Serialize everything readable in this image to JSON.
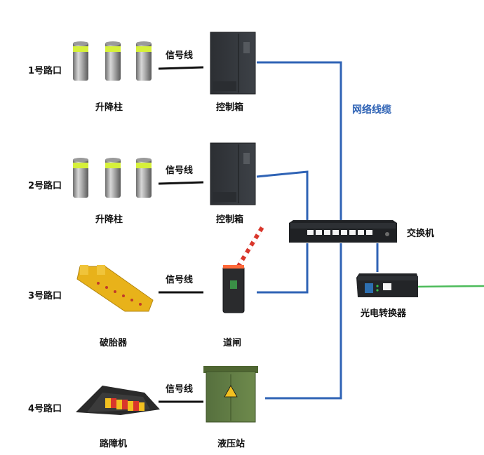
{
  "routes": [
    {
      "road": "1号路口",
      "device": "升降柱",
      "controller": "控制箱",
      "signal": "信号线"
    },
    {
      "road": "2号路口",
      "device": "升降柱",
      "controller": "控制箱",
      "signal": "信号线"
    },
    {
      "road": "3号路口",
      "device": "破胎器",
      "controller": "道闸",
      "signal": "信号线"
    },
    {
      "road": "4号路口",
      "device": "路障机",
      "controller": "液压站",
      "signal": "信号线"
    }
  ],
  "network": {
    "cable_label": "网络线缆",
    "switch_label": "交换机",
    "converter_label": "光电转换器"
  },
  "colors": {
    "network_line": "#2f63b5",
    "fiber_line": "#4cbb5a",
    "signal_line": "#111111",
    "bollard_band": "#d6f03a"
  }
}
